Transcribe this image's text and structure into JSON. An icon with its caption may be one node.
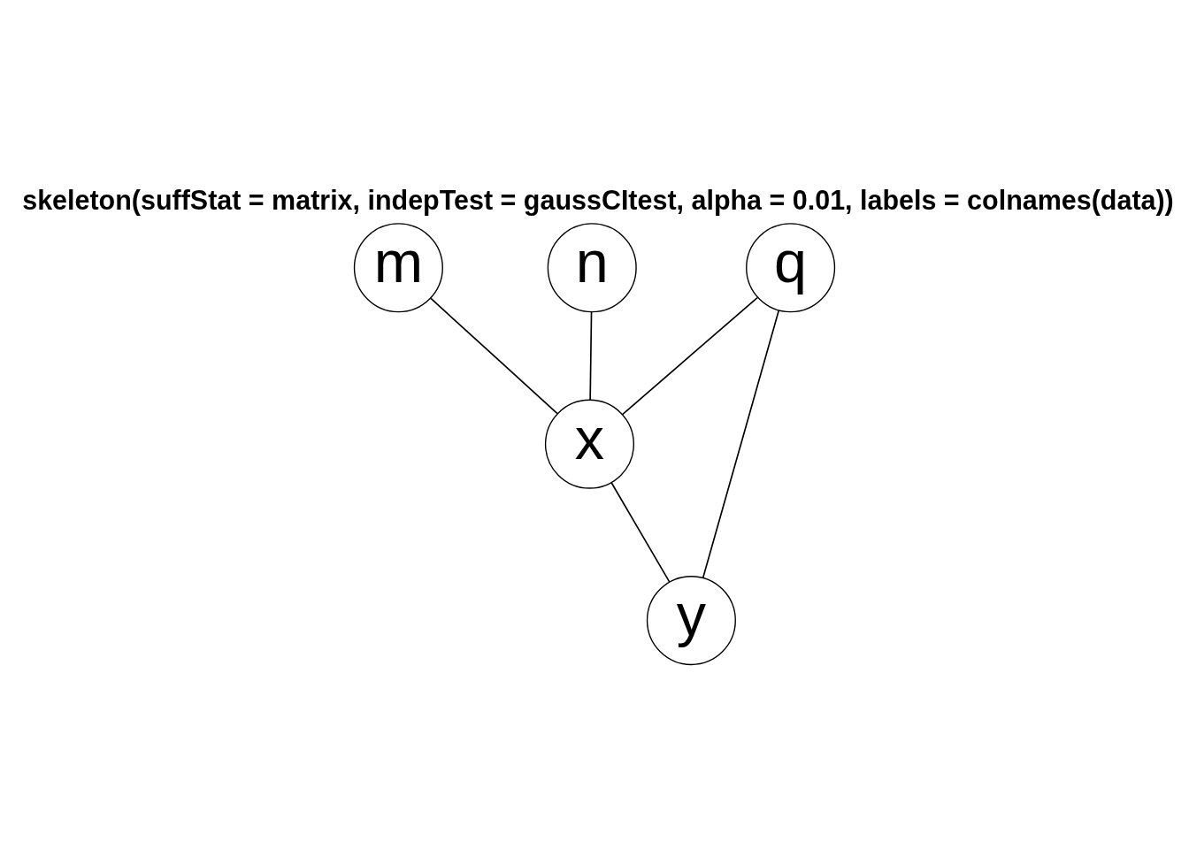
{
  "diagram": {
    "title": "skeleton(suffStat = matrix, indepTest = gaussCItest, alpha = 0.01, labels = colnames(data))",
    "nodes": [
      {
        "text": [
          "m"
        ]
      },
      {
        "text": [
          "n"
        ]
      },
      {
        "text": [
          "q"
        ]
      },
      {
        "text": [
          "x"
        ]
      },
      {
        "text": [
          "y"
        ]
      }
    ],
    "edges": [
      {
        "from": 0,
        "to": 3,
        "arrow": "none"
      },
      {
        "from": 1,
        "to": 3,
        "arrow": "none"
      },
      {
        "from": 2,
        "to": 3,
        "arrow": "none"
      },
      {
        "from": 2,
        "to": 4,
        "arrow": "none"
      },
      {
        "from": 3,
        "to": 4,
        "arrow": "none"
      }
    ]
  }
}
